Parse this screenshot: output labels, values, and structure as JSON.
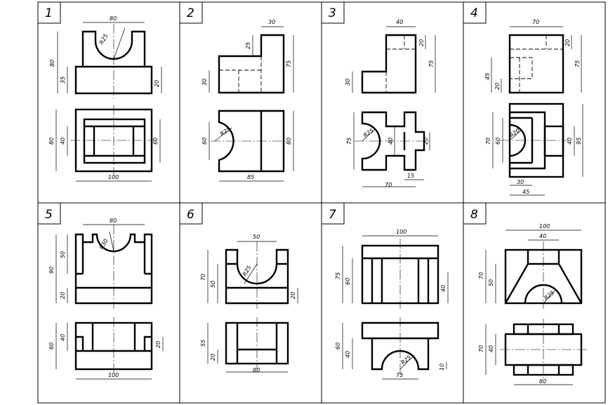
{
  "panels": [
    {
      "number": "1",
      "dims": [
        "80",
        "R25",
        "80",
        "35",
        "20",
        "80",
        "40",
        "60",
        "100"
      ]
    },
    {
      "number": "2",
      "dims": [
        "30",
        "25",
        "75",
        "30",
        "R25",
        "60",
        "80",
        "85"
      ]
    },
    {
      "number": "3",
      "dims": [
        "40",
        "20",
        "75",
        "30",
        "R25",
        "75",
        "40",
        "20",
        "15",
        "70"
      ]
    },
    {
      "number": "4",
      "dims": [
        "70",
        "20",
        "75",
        "45",
        "20",
        "R20",
        "70",
        "60",
        "40",
        "95",
        "30",
        "45"
      ]
    },
    {
      "number": "5",
      "dims": [
        "80",
        "R30",
        "50",
        "90",
        "20",
        "60",
        "40",
        "20",
        "100"
      ]
    },
    {
      "number": "6",
      "dims": [
        "50",
        "R25",
        "70",
        "50",
        "20",
        "55",
        "20",
        "80"
      ]
    },
    {
      "number": "7",
      "dims": [
        "100",
        "75",
        "60",
        "40",
        "60",
        "40",
        "R25",
        "75",
        "10"
      ]
    },
    {
      "number": "8",
      "dims": [
        "100",
        "40",
        "70",
        "50",
        "R25",
        "70",
        "40",
        "80"
      ]
    }
  ]
}
